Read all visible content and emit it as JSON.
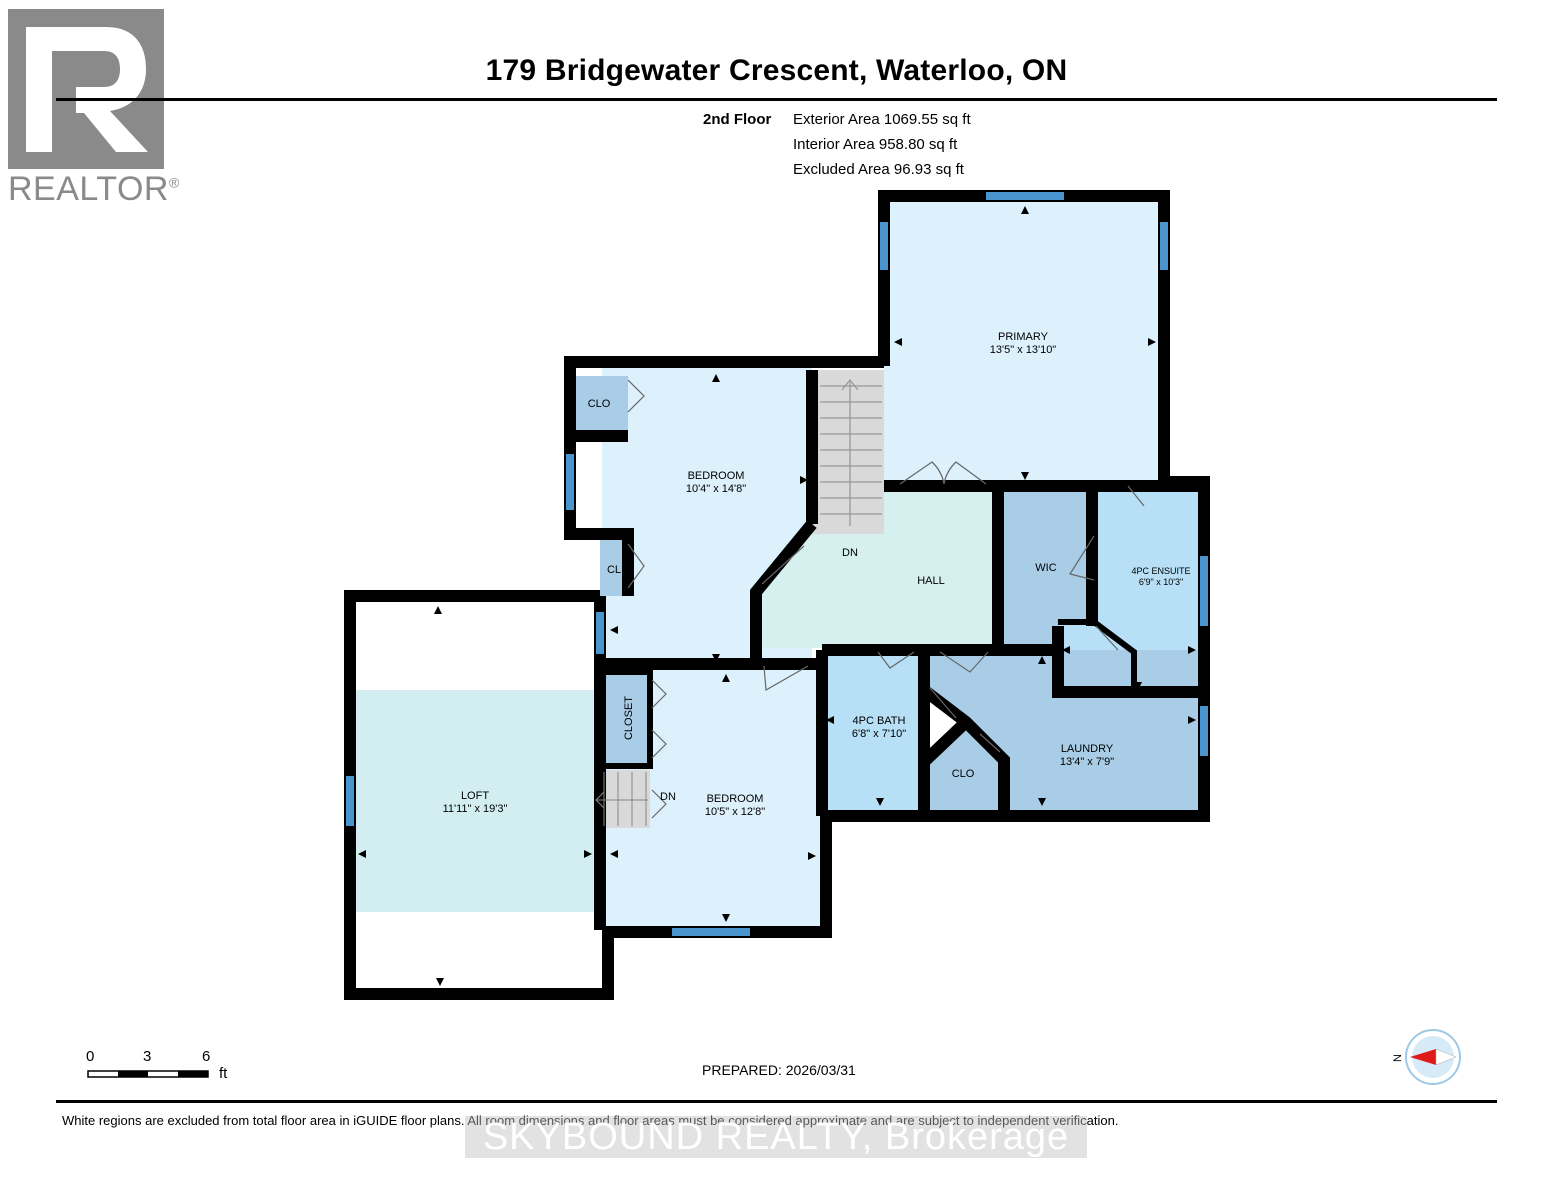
{
  "title": "179 Bridgewater Crescent, Waterloo, ON",
  "floor": {
    "label": "2nd Floor",
    "exterior_area": "Exterior Area 1069.55 sq ft",
    "interior_area": "Interior Area 958.80 sq ft",
    "excluded_area": "Excluded Area 96.93 sq ft"
  },
  "logo": {
    "text": "REALTOR",
    "registered": "®"
  },
  "rooms": {
    "primary": {
      "name": "PRIMARY",
      "dims": "13'5\" x 13'10\""
    },
    "bedroom_1": {
      "name": "BEDROOM",
      "dims": "10'4\" x 14'8\""
    },
    "bedroom_2": {
      "name": "BEDROOM",
      "dims": "10'5\" x 12'8\""
    },
    "loft": {
      "name": "LOFT",
      "dims": "11'11\" x 19'3\""
    },
    "ensuite": {
      "name": "4PC ENSUITE",
      "dims": "6'9\" x 10'3\""
    },
    "bath": {
      "name": "4PC BATH",
      "dims": "6'8\" x 7'10\""
    },
    "laundry": {
      "name": "LAUNDRY",
      "dims": "13'4\" x 7'9\""
    },
    "hall": {
      "name": "HALL"
    },
    "wic": {
      "name": "WIC"
    },
    "clo_1": {
      "name": "CLO"
    },
    "clo_2": {
      "name": "CLO"
    },
    "cl": {
      "name": "CL"
    },
    "closet": {
      "name": "CLOSET"
    },
    "stairs_main": {
      "label": "DN"
    },
    "stairs_loft": {
      "label": "DN"
    }
  },
  "scale": {
    "ticks": [
      "0",
      "3",
      "6"
    ],
    "unit": "ft"
  },
  "compass": {
    "label": "N"
  },
  "prepared": "PREPARED: 2026/03/31",
  "footer_note": "White regions are excluded from total floor area in iGUIDE floor plans. All room dimensions and floor areas must be considered approximate and are subject to independent verification.",
  "watermark": "SKYBOUND REALTY, Brokerage",
  "colors": {
    "wall": "#000000",
    "room_light": "#dcf1fc",
    "room_mid": "#b7e0f7",
    "room_dark": "#a9cde6",
    "hall": "#d6efef",
    "loft": "#d2eef0",
    "window": "#4a95cd",
    "stairs": "#d9d9d9",
    "compass_red": "#e01919"
  }
}
